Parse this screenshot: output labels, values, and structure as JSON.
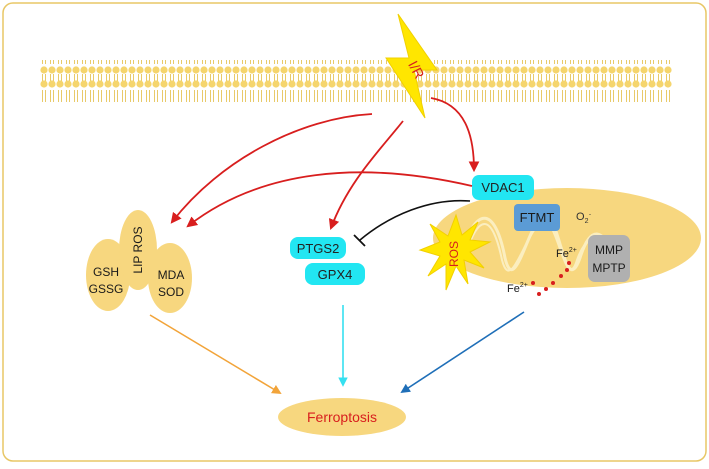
{
  "trigger": {
    "label": "I/R"
  },
  "nodes": {
    "vdac1": "VDAC1",
    "ftmt": "FTMT",
    "o2": "O",
    "o2_sub": "2",
    "o2_sup": "·",
    "ros": "ROS",
    "fe_mito": "Fe",
    "fe_mito_sup": "2+",
    "fe_cyto": "Fe",
    "fe_cyto_sup": "2+",
    "mmp": "MMP",
    "mptp": "MPTP",
    "ptgs2": "PTGS2",
    "gpx4": "GPX4",
    "gsh": "GSH",
    "gssg": "GSSG",
    "lip_ros": "LIP ROS",
    "mda": "MDA",
    "sod": "SOD",
    "ferroptosis": "Ferroptosis"
  },
  "colors": {
    "membrane": "#f5d56e",
    "ellipse": "#f7d77f",
    "cyan_box": "#22e6f2",
    "ftmt_box": "#5b9bd5",
    "gray_box": "#b0b0b0",
    "red_arrow": "#d81e1e",
    "orange_arrow": "#f2a43a",
    "cyan_arrow": "#35e0f0",
    "blue_arrow": "#1f6fb8",
    "bolt": "#ffe600",
    "ferroptosis_text": "#d81e1e",
    "frame": "#e8c766"
  }
}
